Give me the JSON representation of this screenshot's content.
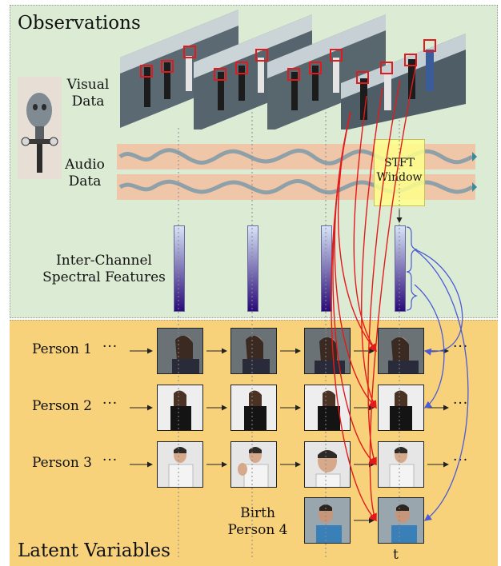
{
  "sections": {
    "observations_title": "Observations",
    "latent_title": "Latent Variables"
  },
  "labels": {
    "visual": "Visual\nData",
    "audio": "Audio\nData",
    "features": "Inter-Channel\nSpectral Features",
    "stft": "STFT\nWindow",
    "t": "t"
  },
  "persons": [
    {
      "label": "Person 1",
      "dots": "···"
    },
    {
      "label": "Person 2",
      "dots": "···"
    },
    {
      "label": "Person 3",
      "dots": "···"
    }
  ],
  "birth": {
    "label": "Birth\nPerson 4"
  },
  "end_dots": "···",
  "colors": {
    "observations_bg": "#dcebd4",
    "latent_bg": "#f7d27a",
    "audio_band": "#f0c6a8",
    "stft_window": "#ffff8c",
    "feature_top": "#d6e4f7",
    "feature_bottom": "#2a0a7a",
    "red_arrow": "#e31a1c",
    "blue_arrow": "#4a5ad8"
  }
}
